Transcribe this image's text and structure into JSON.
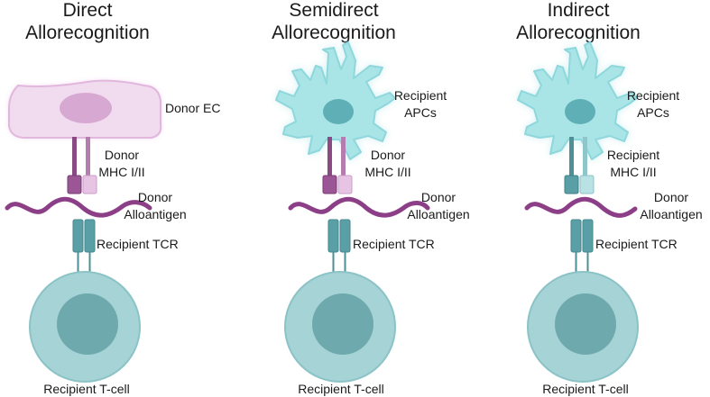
{
  "colors": {
    "donor_purple": "#8c3f86",
    "donor_pink": "#f0dbef",
    "cyan_cell": "#aee3e6",
    "teal_receptor": "#5b9fa6",
    "tcell_body": "#a6d3d5",
    "tcell_nucleus": "#6ea9ad"
  },
  "panels": [
    {
      "title_line1": "Direct",
      "title_line2": "Allorecognition",
      "presenting_cell_line1": "Donor EC",
      "presenting_cell_line2": "",
      "mhc_line1": "Donor",
      "mhc_line2": "MHC I/II",
      "antigen_line1": "Donor",
      "antigen_line2": "Alloantigen",
      "tcr_label": "Recipient TCR",
      "tcell_label": "Recipient T-cell"
    },
    {
      "title_line1": "Semidirect",
      "title_line2": "Allorecognition",
      "presenting_cell_line1": "Recipient",
      "presenting_cell_line2": "APCs",
      "mhc_line1": "Donor",
      "mhc_line2": "MHC I/II",
      "antigen_line1": "Donor",
      "antigen_line2": "Alloantigen",
      "tcr_label": "Recipient TCR",
      "tcell_label": "Recipient T-cell"
    },
    {
      "title_line1": "Indirect",
      "title_line2": "Allorecognition",
      "presenting_cell_line1": "Recipient",
      "presenting_cell_line2": "APCs",
      "mhc_line1": "Recipient",
      "mhc_line2": "MHC I/II",
      "antigen_line1": "Donor",
      "antigen_line2": "Alloantigen",
      "tcr_label": "Recipient TCR",
      "tcell_label": "Recipient T-cell"
    }
  ]
}
